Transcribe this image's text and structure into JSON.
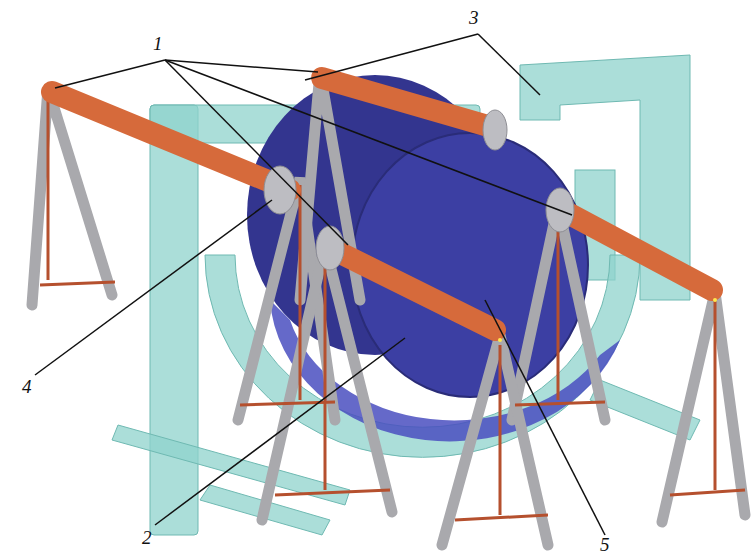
{
  "diagram": {
    "labels": [
      "1",
      "3",
      "4",
      "2",
      "5"
    ]
  }
}
